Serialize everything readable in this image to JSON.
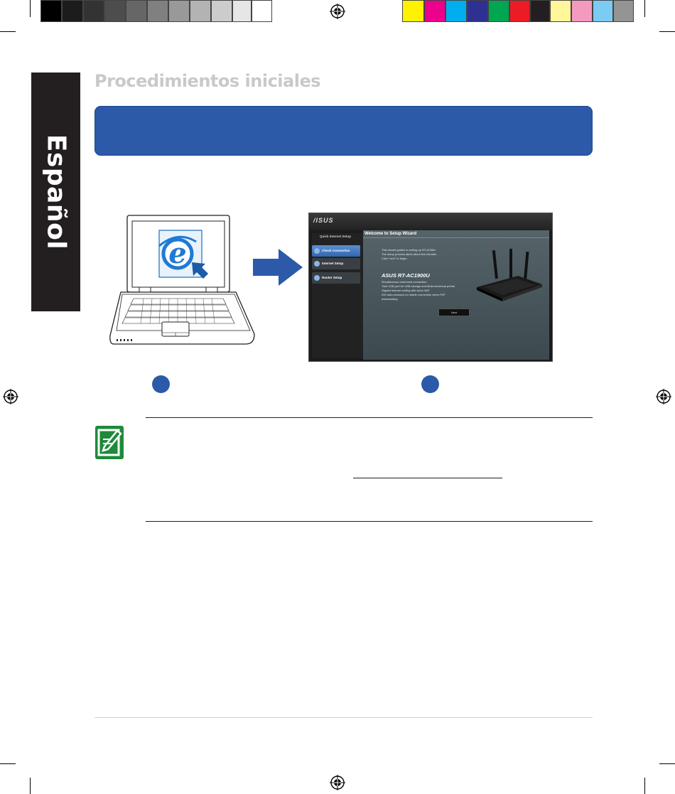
{
  "page": {
    "title": "Procedimientos iniciales",
    "side_tab": "Español"
  },
  "colors": {
    "banner": "#2c5aa8",
    "side_tab": "#231f20",
    "step_badge": "#2c5aa8",
    "note_icon": "#1e8a3a"
  },
  "icons": [
    "registration-mark-icon",
    "internet-explorer-icon",
    "cursor-arrow-icon",
    "right-arrow-icon",
    "note-pencil-icon"
  ],
  "wizard": {
    "logo": "/ISUS",
    "sidebar_title": "Quick Internet Setup",
    "items": [
      {
        "label": "Check Connection"
      },
      {
        "label": "Internet Setup"
      },
      {
        "label": "Router Setup"
      }
    ],
    "heading": "Welcome to Setup Wizard",
    "intro": [
      "This wizard guides in setting up RT-AC66U",
      "The setup process takes about five minutes.",
      "Click \"next\" to begin."
    ],
    "model": "ASUS RT-AC1900U",
    "features": [
      "Simultaneous dual-band connection",
      "Twin USB port for USB storage and Multi-functional printer",
      "Gigabit Internet surfing with turbo NAT",
      "200 data sessions for stable connection when P2P",
      "downloading."
    ],
    "next_label": "Next"
  }
}
